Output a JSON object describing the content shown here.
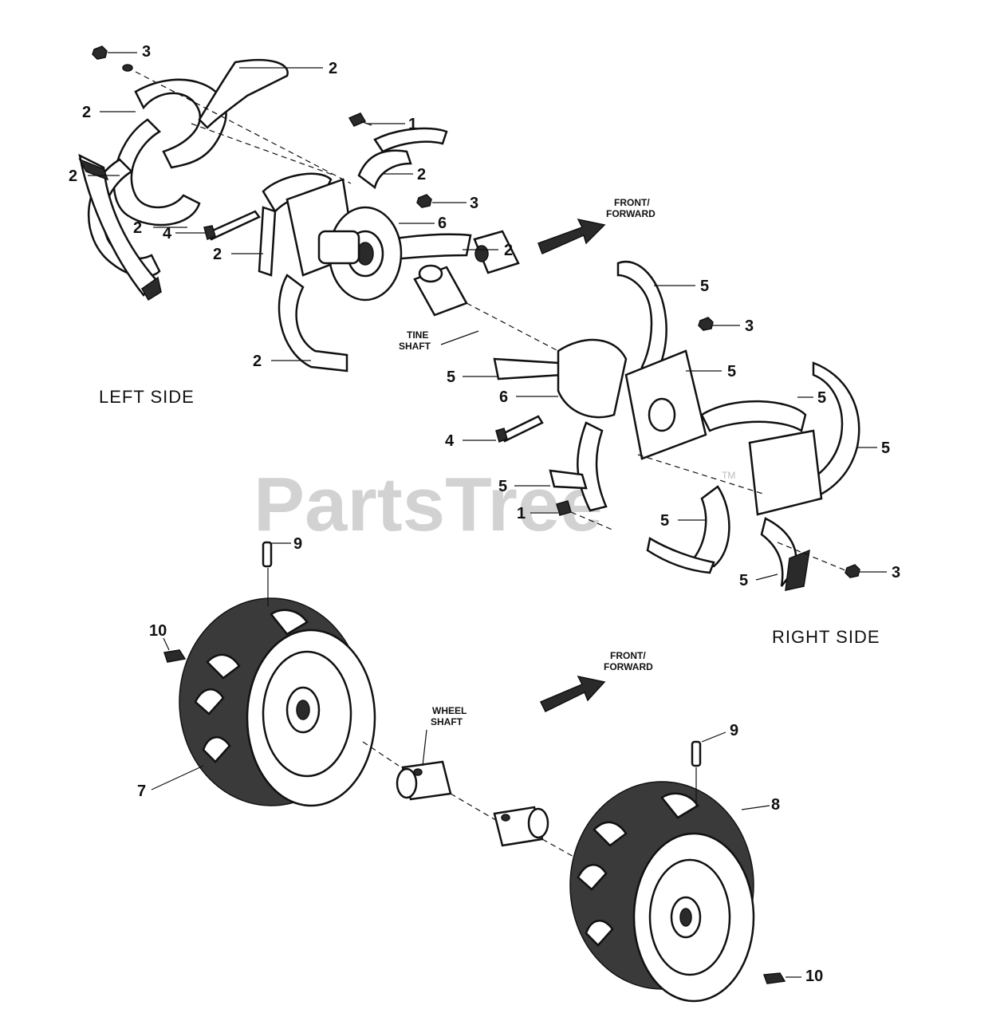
{
  "section_labels": {
    "left_side": "LEFT SIDE",
    "right_side": "RIGHT SIDE"
  },
  "direction_labels": {
    "front_forward_top": [
      "FRONT/",
      "FORWARD"
    ],
    "front_forward_bottom": [
      "FRONT/",
      "FORWARD"
    ]
  },
  "shaft_labels": {
    "tine_shaft": [
      "TINE",
      "SHAFT"
    ],
    "wheel_shaft": [
      "WHEEL",
      "SHAFT"
    ]
  },
  "watermark": {
    "text": "PartsTree",
    "tm": "TM"
  },
  "callouts": {
    "left": [
      "3",
      "2",
      "2",
      "2",
      "1",
      "2",
      "3",
      "6",
      "2",
      "2",
      "2",
      "4",
      "2"
    ],
    "right": [
      "5",
      "3",
      "5",
      "5",
      "6",
      "5",
      "4",
      "5",
      "5",
      "1",
      "5",
      "3",
      "5"
    ],
    "wheels": [
      "9",
      "10",
      "7",
      "9",
      "8",
      "10"
    ]
  }
}
